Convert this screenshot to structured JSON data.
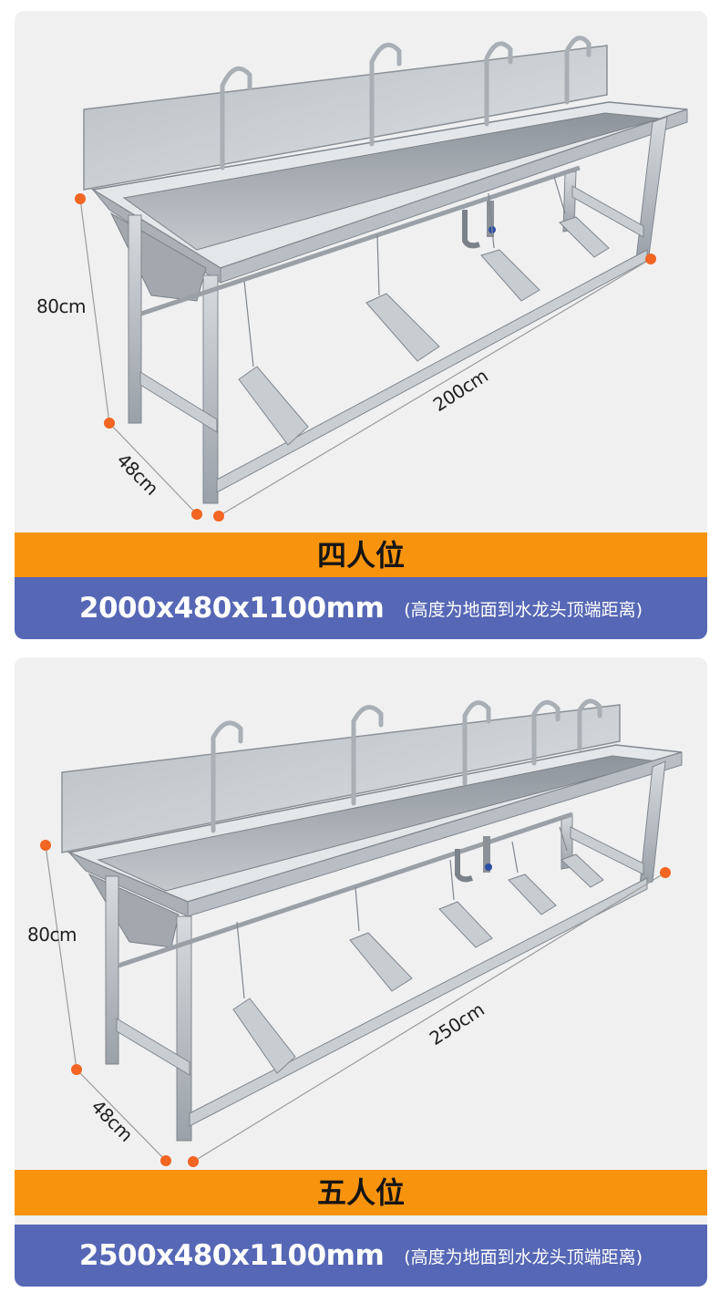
{
  "products": [
    {
      "name": "四人位",
      "dimensions": "2000x480x1100mm",
      "note": "(高度为地面到水龙头顶端距离)",
      "height_label": "80cm",
      "depth_label": "48cm",
      "length_label": "200cm",
      "faucet_count": 4,
      "pedal_count": 4
    },
    {
      "name": "五人位",
      "dimensions": "2500x480x1100mm",
      "note": "(高度为地面到水龙头顶端距离)",
      "height_label": "80cm",
      "depth_label": "48cm",
      "length_label": "250cm",
      "faucet_count": 5,
      "pedal_count": 5
    }
  ],
  "colors": {
    "band": "#f8930d",
    "specbar": "#5667b5",
    "card_bg": "#f0f0f1",
    "dim_dot": "#f26522"
  }
}
